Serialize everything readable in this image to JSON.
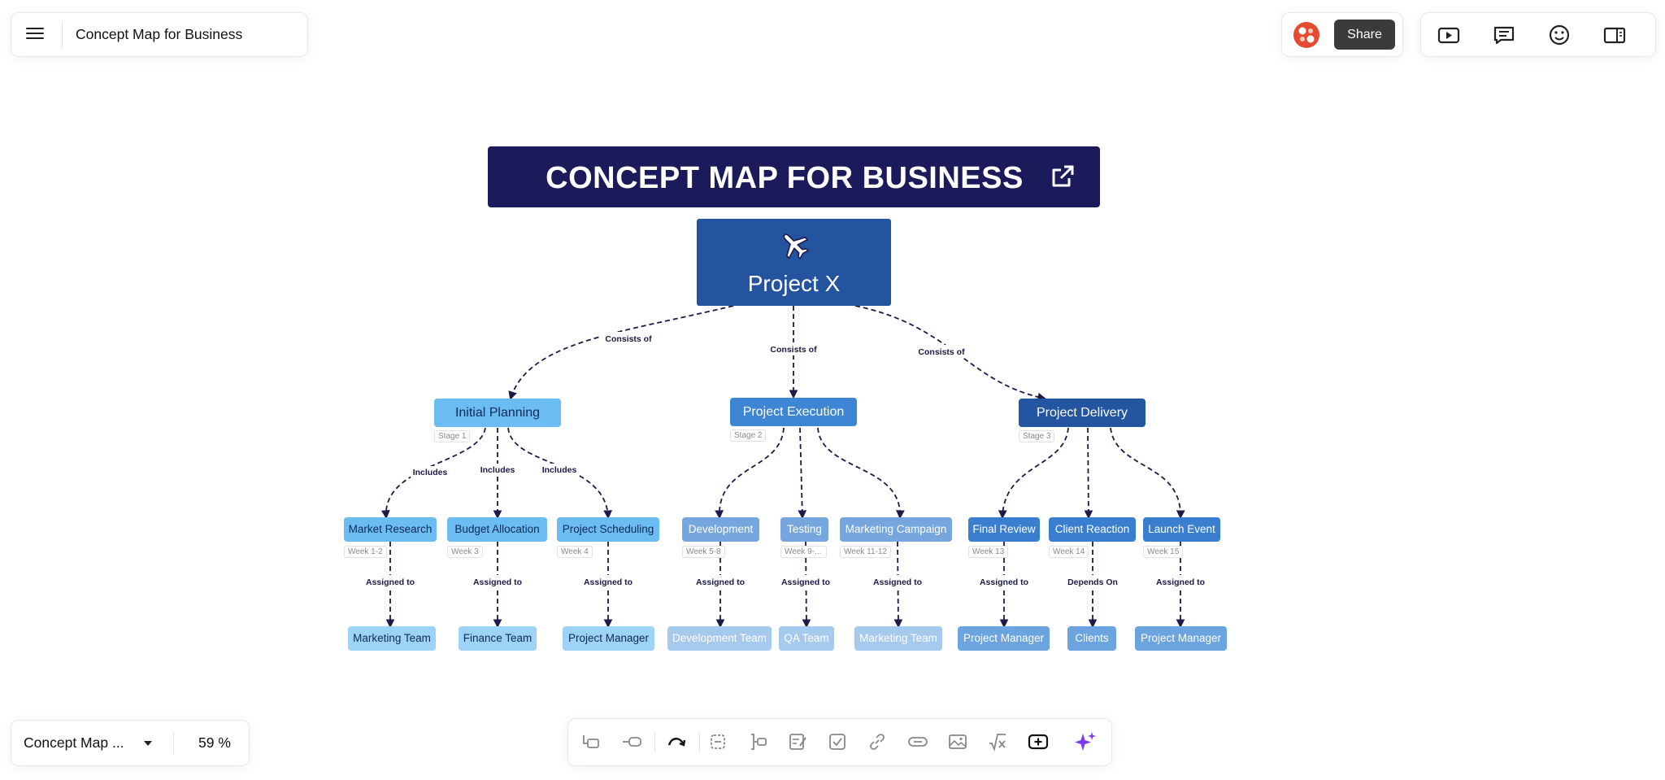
{
  "header": {
    "title": "Concept Map for Business",
    "share_label": "Share",
    "tools": [
      "present-icon",
      "comments-icon",
      "emoji-icon",
      "panel-icon"
    ]
  },
  "footer": {
    "map_name": "Concept Map ...",
    "zoom": "59 %",
    "tools": [
      "add-child-icon",
      "add-sibling-icon",
      "connector-icon",
      "summary-icon",
      "boundary-icon",
      "note-icon",
      "task-icon",
      "link-icon",
      "hyperlink-icon",
      "image-icon",
      "formula-icon",
      "insert-icon",
      "ai-sparkle-icon"
    ]
  },
  "diagram": {
    "title": "CONCEPT MAP FOR BUSINESS",
    "root": "Project X",
    "root_edges": [
      "Consists of",
      "Consists of",
      "Consists of"
    ],
    "stages": [
      {
        "label": "Initial Planning",
        "tag": "Stage 1",
        "edge_labels": [
          "Includes",
          "Includes",
          "Includes"
        ],
        "tasks": [
          {
            "label": "Market Research",
            "tag": "Week 1-2",
            "edge": "Assigned to",
            "owner": "Marketing Team"
          },
          {
            "label": "Budget Allocation",
            "tag": "Week 3",
            "edge": "Assigned to",
            "owner": "Finance Team"
          },
          {
            "label": "Project Scheduling",
            "tag": "Week 4",
            "edge": "Assigned to",
            "owner": "Project Manager"
          }
        ]
      },
      {
        "label": "Project Execution",
        "tag": "Stage 2",
        "tasks": [
          {
            "label": "Development",
            "tag": "Week 5-8",
            "edge": "Assigned to",
            "owner": "Development Team"
          },
          {
            "label": "Testing",
            "tag": "Week 9-...",
            "edge": "Assigned to",
            "owner": "QA Team"
          },
          {
            "label": "Marketing Campaign",
            "tag": "Week 11-12",
            "edge": "Assigned to",
            "owner": "Marketing Team"
          }
        ]
      },
      {
        "label": "Project Delivery",
        "tag": "Stage 3",
        "tasks": [
          {
            "label": "Final Review",
            "tag": "Week 13",
            "edge": "Assigned to",
            "owner": "Project Manager"
          },
          {
            "label": "Client Reaction",
            "tag": "Week 14",
            "edge": "Depends On",
            "owner": "Clients"
          },
          {
            "label": "Launch Event",
            "tag": "Week 15",
            "edge": "Assigned to",
            "owner": "Project Manager"
          }
        ]
      }
    ]
  },
  "colors": {
    "banner": "#1b1a5a",
    "root": "#2453a0",
    "stage1": "#6bbcf2",
    "stage2": "#3e86d4",
    "stage3": "#2355a0",
    "edge": "#1b1a4a"
  }
}
